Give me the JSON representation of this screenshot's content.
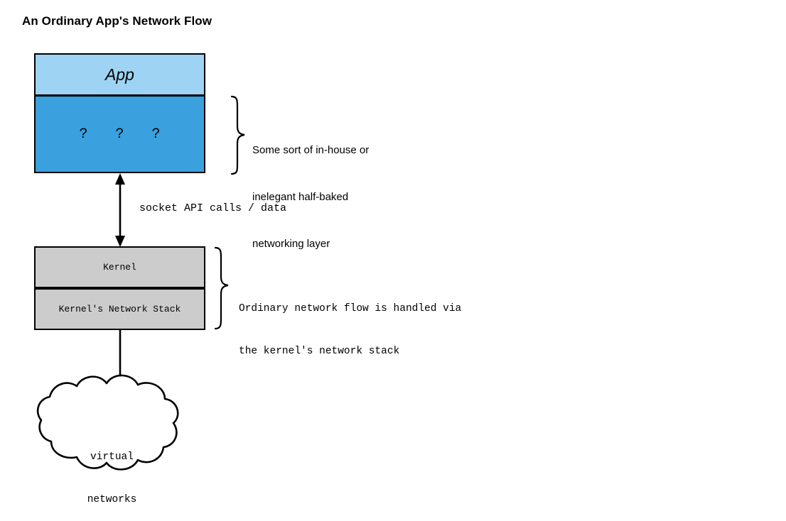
{
  "diagram": {
    "title": "An Ordinary App's Network Flow",
    "nodes": {
      "app": {
        "label": "App",
        "fill": "#9ED3F3",
        "stroke": "#000000"
      },
      "unknown_layer": {
        "label": "?  ?  ?",
        "fill": "#3AA0DE",
        "stroke": "#000000"
      },
      "kernel": {
        "label": "Kernel",
        "fill": "#CCCCCC",
        "stroke": "#000000"
      },
      "kernel_network_stack": {
        "label": "Kernel's Network Stack",
        "fill": "#CCCCCC",
        "stroke": "#000000"
      },
      "cloud": {
        "label_line1": "virtual",
        "label_line2": "networks",
        "fill": "#FFFFFF",
        "stroke": "#000000"
      }
    },
    "edges": {
      "app_to_kernel": {
        "label": "socket API calls / data",
        "arrow": "double"
      },
      "kernel_to_cloud": {
        "label": "",
        "arrow": "single-down"
      }
    },
    "annotations": {
      "app_brace": {
        "line1": "Some sort of in-house or",
        "line2": "inelegant half-baked",
        "line3": "networking layer"
      },
      "kernel_brace": {
        "line1": "Ordinary network flow is handled via",
        "line2": "the kernel's network stack"
      }
    }
  }
}
